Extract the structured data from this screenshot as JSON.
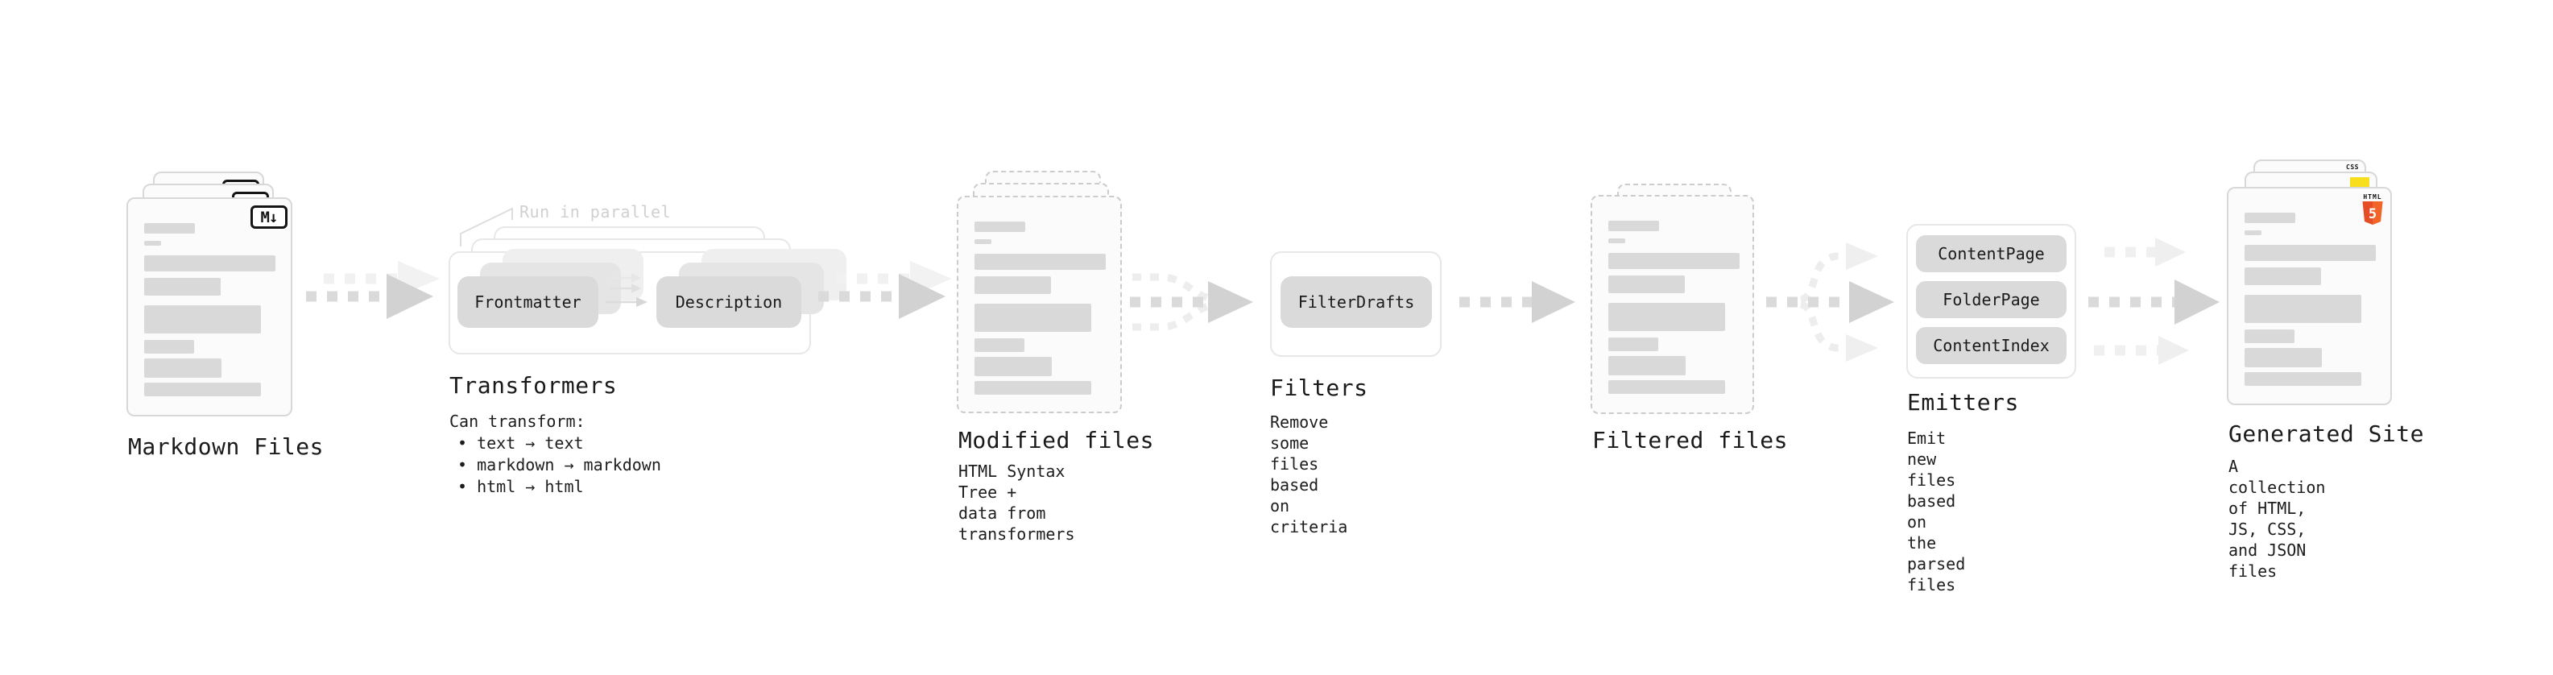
{
  "stages": {
    "markdown_files": {
      "label": "Markdown Files",
      "badge": "M↓"
    },
    "transformers": {
      "label": "Transformers",
      "callout": "Run in parallel",
      "pill_left": "Frontmatter",
      "pill_right": "Description",
      "note_title": "Can transform:",
      "bullets": [
        "• text → text",
        "• markdown → markdown",
        "• html → html"
      ]
    },
    "modified_files": {
      "label": "Modified files",
      "subtitle": "HTML Syntax Tree +\ndata from transformers"
    },
    "filters": {
      "label": "Filters",
      "pill": "FilterDrafts",
      "subtitle": "Remove some files based\non criteria"
    },
    "filtered_files": {
      "label": "Filtered files"
    },
    "emitters": {
      "label": "Emitters",
      "pills": [
        "ContentPage",
        "FolderPage",
        "ContentIndex"
      ],
      "subtitle": "Emit new files based on\nthe parsed files"
    },
    "generated_site": {
      "label": "Generated Site",
      "subtitle": "A collection of HTML,\nJS, CSS, and JSON files",
      "css_badge": "CSS",
      "html_badge_word": "HTML",
      "html_badge_number": "5"
    }
  },
  "colors": {
    "js_yellow": "#f7df1e",
    "css_blue": "#2d64e8",
    "html_orange": "#e44d26",
    "html_orange_light": "#f16529",
    "placeholder_gray": "#d9d9d9"
  }
}
